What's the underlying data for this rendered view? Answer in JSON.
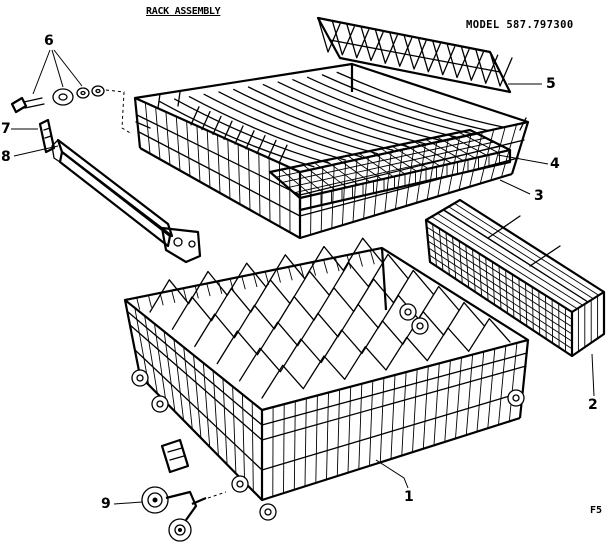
{
  "diagram": {
    "title": "RACK ASSEMBLY",
    "model": "MODEL 587.797300",
    "code": "F5",
    "callouts": [
      {
        "id": "c1",
        "label": "1"
      },
      {
        "id": "c2",
        "label": "2"
      },
      {
        "id": "c3",
        "label": "3"
      },
      {
        "id": "c4",
        "label": "4"
      },
      {
        "id": "c5",
        "label": "5"
      },
      {
        "id": "c6",
        "label": "6"
      },
      {
        "id": "c7",
        "label": "7"
      },
      {
        "id": "c8",
        "label": "8"
      },
      {
        "id": "c9",
        "label": "9"
      }
    ]
  }
}
